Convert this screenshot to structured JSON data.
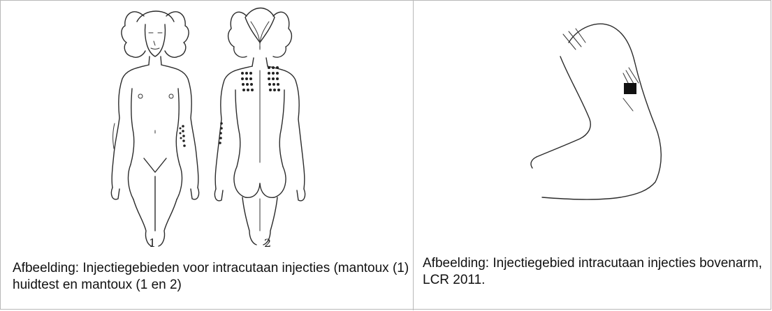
{
  "left_cell": {
    "figure_label_1": "1",
    "figure_label_2": "2",
    "caption": "Afbeelding: Injectiegebieden voor intracutaan injecties (mantoux (1) huidtest en mantoux (1 en 2)"
  },
  "right_cell": {
    "caption": "Afbeelding: Injectiegebied intracutaan injecties bovenarm, LCR 2011."
  },
  "icons": [
    "front-body-illustration",
    "back-body-illustration",
    "upper-arm-illustration"
  ]
}
